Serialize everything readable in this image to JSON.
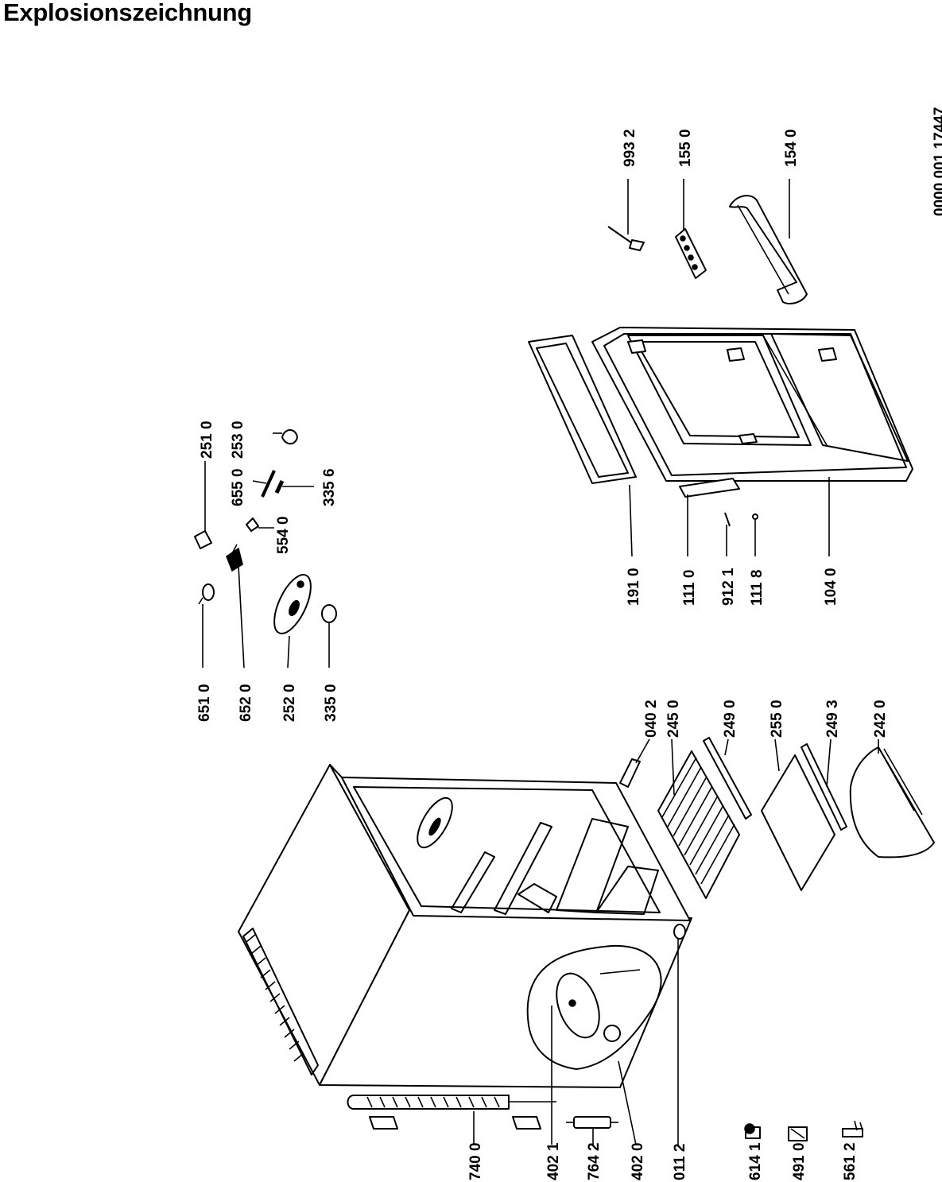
{
  "title": "Explosionszeichnung",
  "doc_number": "0000 001 17447",
  "parts": {
    "p_740_0": "740 0",
    "p_402_1": "402 1",
    "p_764_2": "764 2",
    "p_402_0": "402 0",
    "p_011_2": "011 2",
    "p_614_1": "614 1",
    "p_491_0": "491 0",
    "p_561_2": "561 2",
    "p_040_2": "040 2",
    "p_245_0": "245 0",
    "p_249_0": "249 0",
    "p_255_0": "255 0",
    "p_249_3": "249 3",
    "p_242_0": "242 0",
    "p_651_0": "651 0",
    "p_652_0": "652 0",
    "p_252_0": "252 0",
    "p_335_0": "335 0",
    "p_251_0": "251 0",
    "p_655_0": "655 0",
    "p_554_0": "554 0",
    "p_253_0": "253 0",
    "p_335_6": "335 6",
    "p_191_0": "191 0",
    "p_111_0": "111 0",
    "p_912_1": "912 1",
    "p_111_8": "111 8",
    "p_104_0": "104 0",
    "p_993_2": "993 2",
    "p_155_0": "155 0",
    "p_154_0": "154 0"
  }
}
